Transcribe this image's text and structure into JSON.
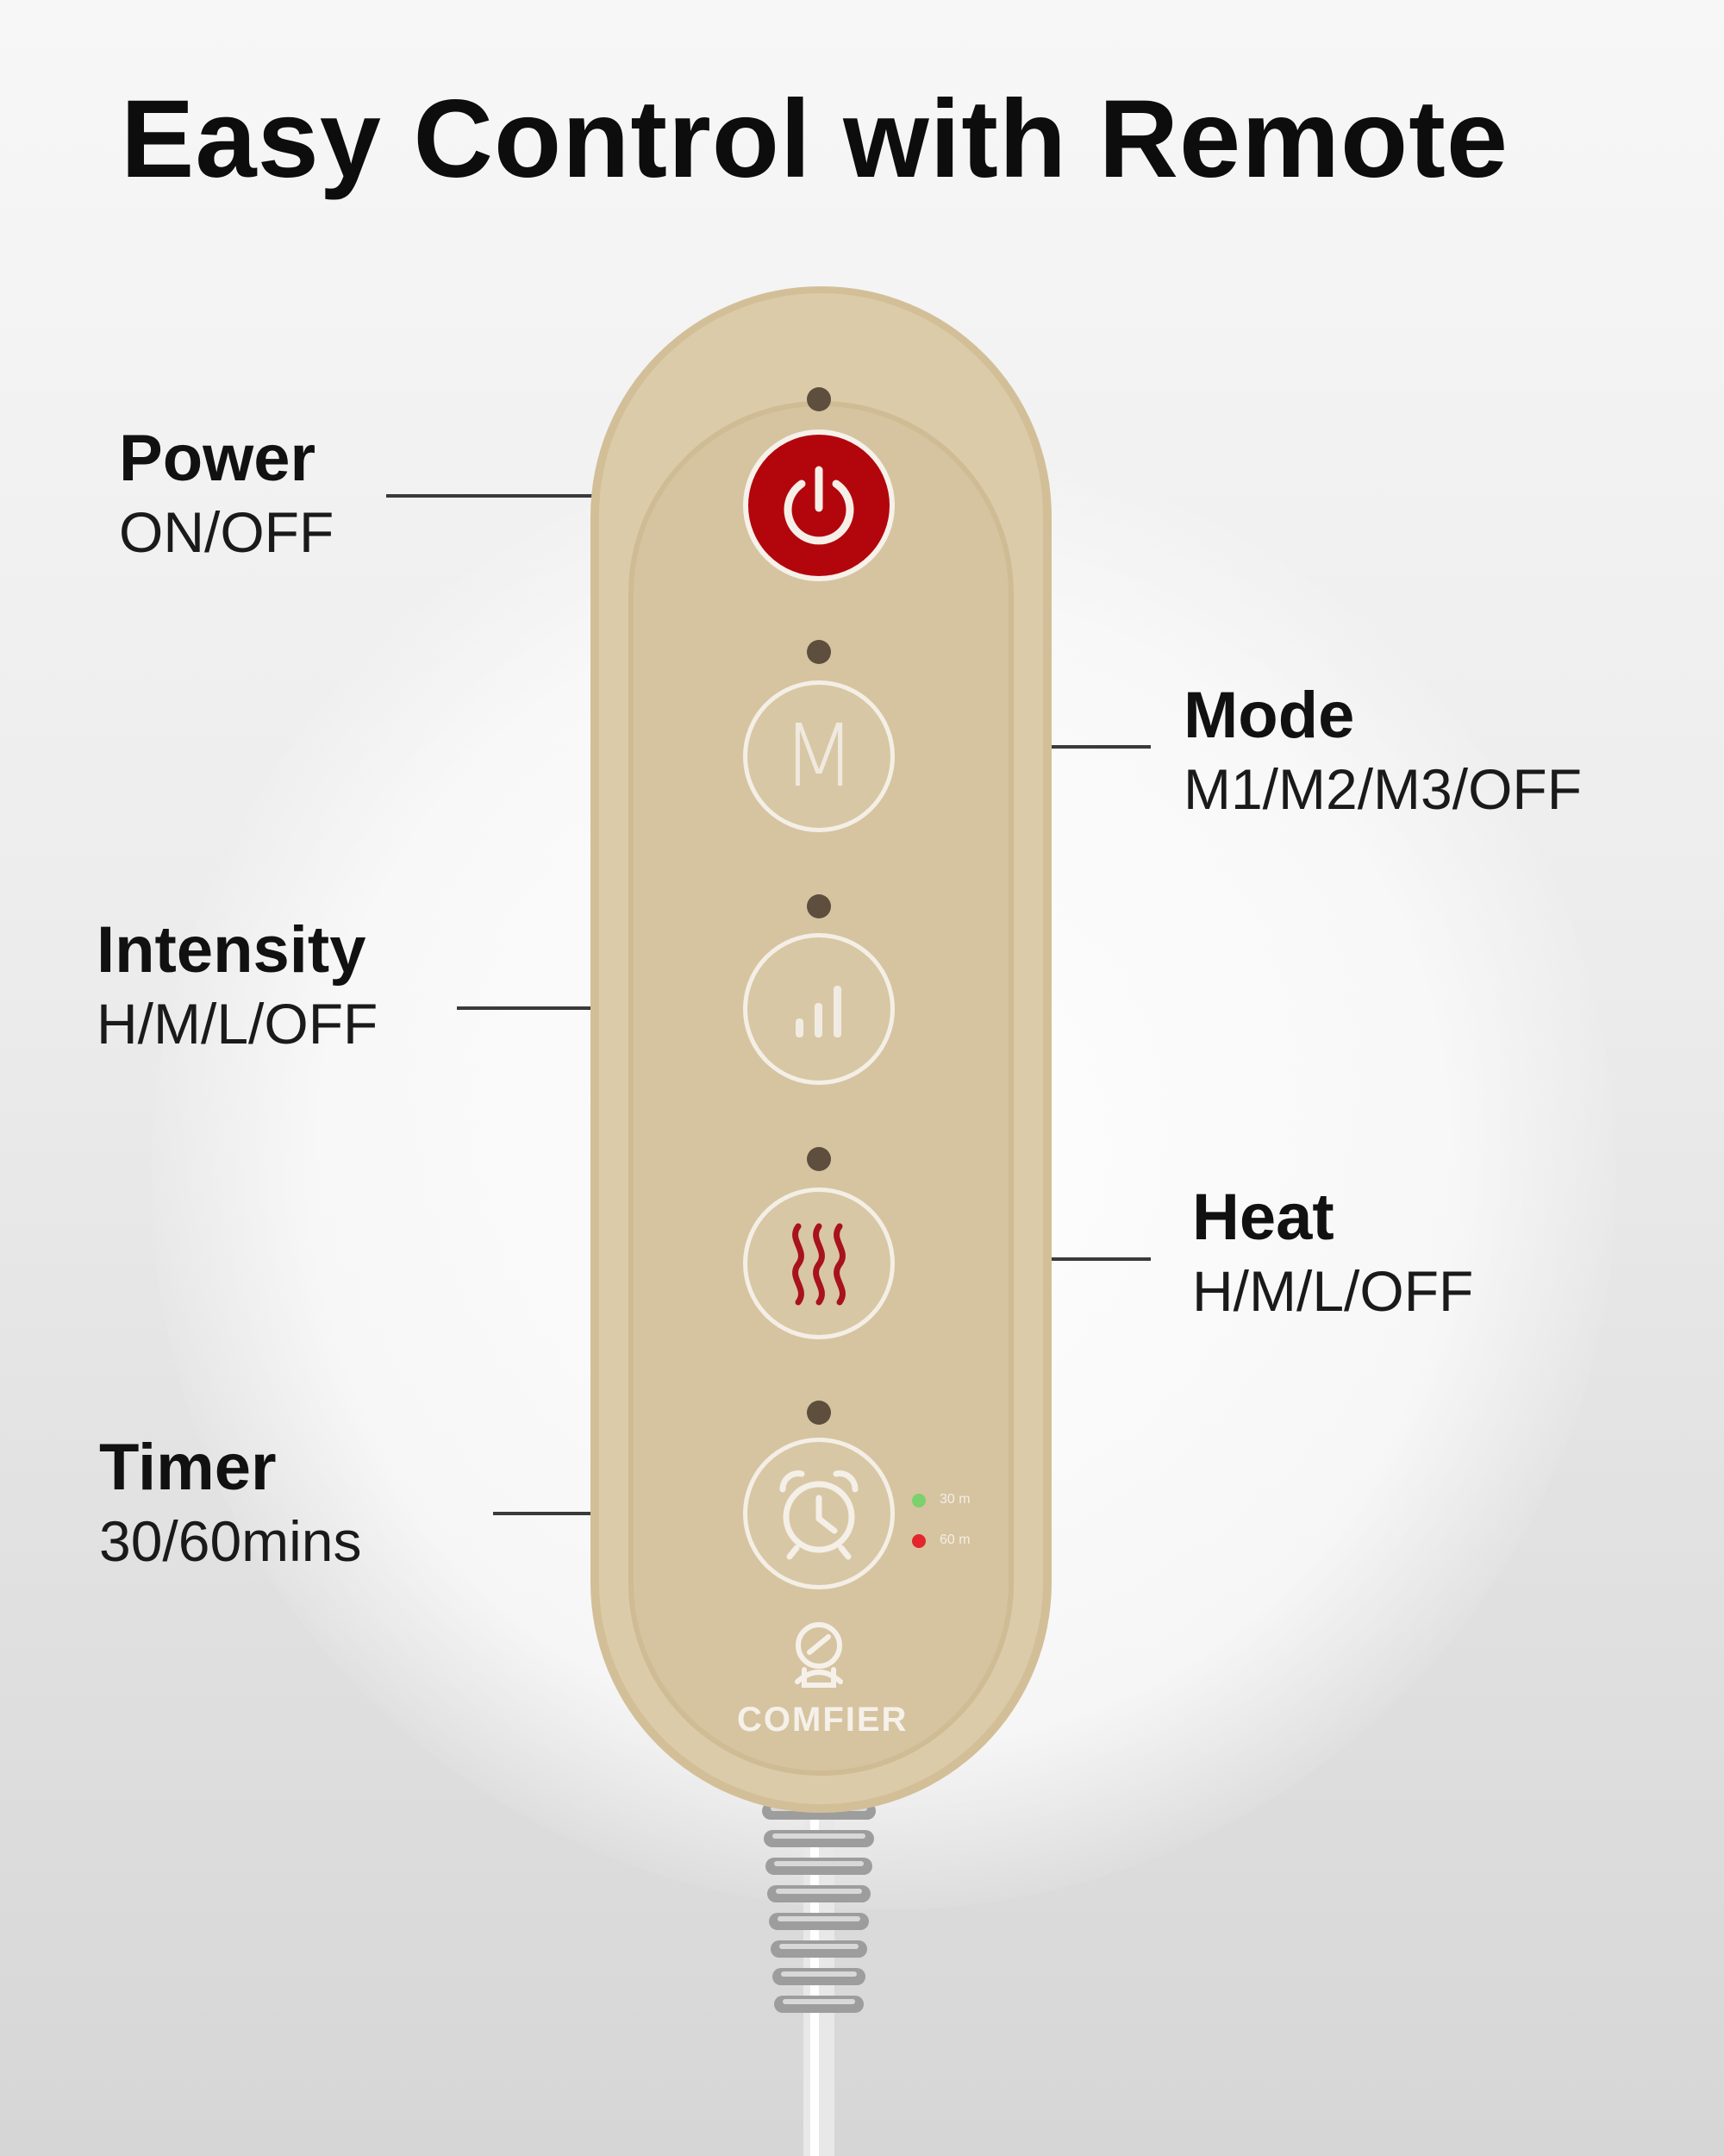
{
  "title": "Easy Control with Remote",
  "labels": {
    "power": {
      "name": "Power",
      "sub": "ON/OFF"
    },
    "mode": {
      "name": "Mode",
      "sub": "M1/M2/M3/OFF"
    },
    "intensity": {
      "name": "Intensity",
      "sub": "H/M/L/OFF"
    },
    "heat": {
      "name": "Heat",
      "sub": "H/M/L/OFF"
    },
    "timer": {
      "name": "Timer",
      "sub": "30/60mins"
    }
  },
  "remote": {
    "mode_letter": "M",
    "timer_options": [
      {
        "label": "30 m",
        "color": "#7bd16d"
      },
      {
        "label": "60 m",
        "color": "#e2262b"
      }
    ],
    "brand": "COMFIER"
  },
  "colors": {
    "remote_body": "#d8c6a3",
    "remote_face": "#d6c4a0",
    "power_button": "#b3060c",
    "heat_icon": "#a8121d",
    "led": "#5e4e3d"
  },
  "icons": {
    "power": "power-icon",
    "mode": "mode-m-icon",
    "intensity": "bars-icon",
    "heat": "heat-waves-icon",
    "timer": "alarm-clock-icon",
    "logo": "comfier-logo-icon"
  }
}
